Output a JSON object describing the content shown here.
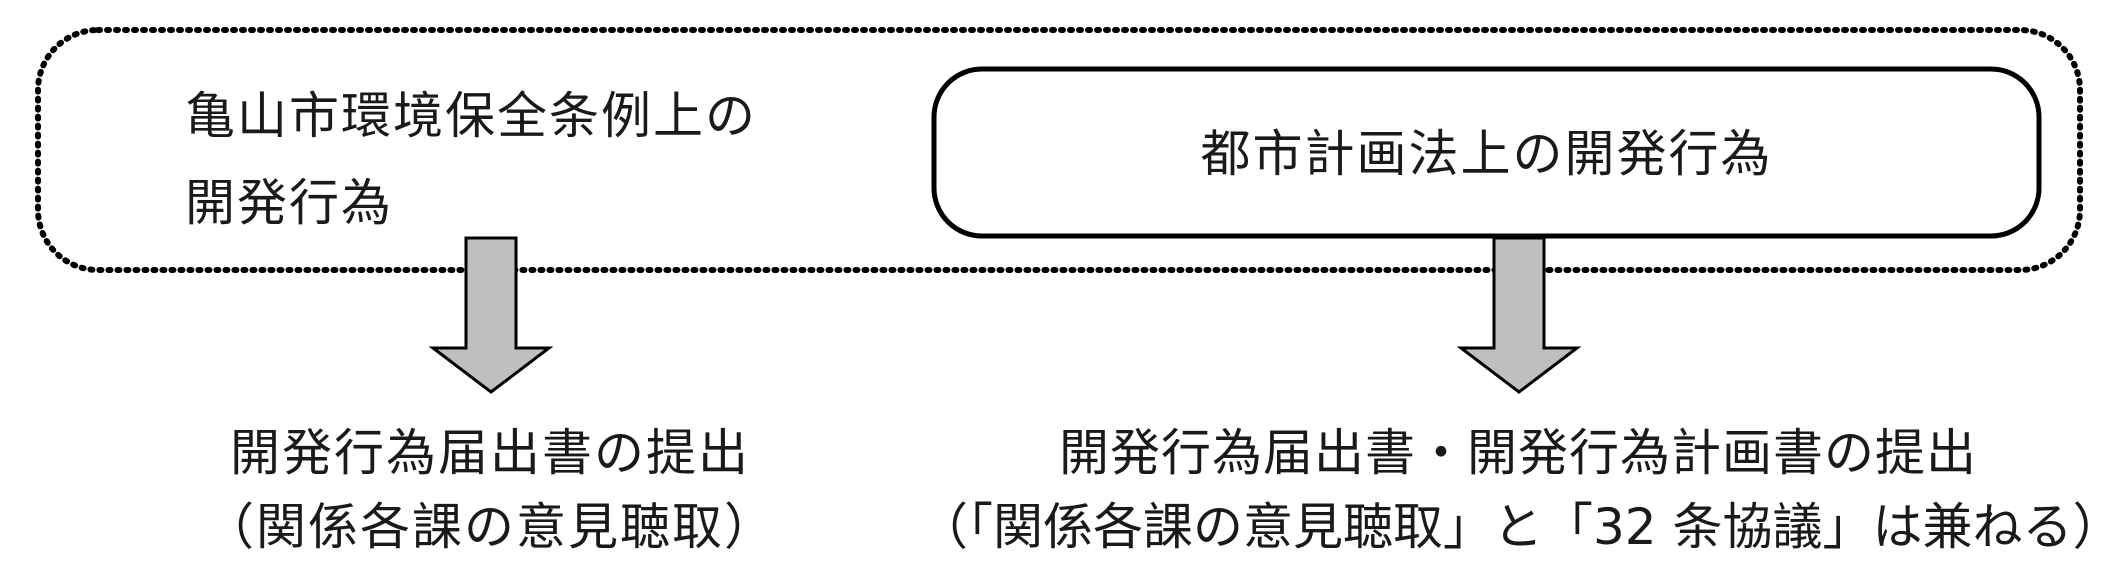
{
  "outer_scope": {
    "line1": "亀山市環境保全条例上の",
    "line2": "開発行為"
  },
  "inner_box": {
    "label": "都市計画法上の開発行為"
  },
  "left_result": {
    "line1": "開発行為届出書の提出",
    "line2": "（関係各課の意見聴取）"
  },
  "right_result": {
    "line1": "開発行為届出書・開発行為計画書の提出",
    "line2": "（「関係各課の意見聴取」と「32 条協議」は兼ねる）"
  },
  "colors": {
    "line": "#000000",
    "arrow_fill": "#bfbfbf",
    "text": "#1a1a1a",
    "background": "#ffffff"
  }
}
